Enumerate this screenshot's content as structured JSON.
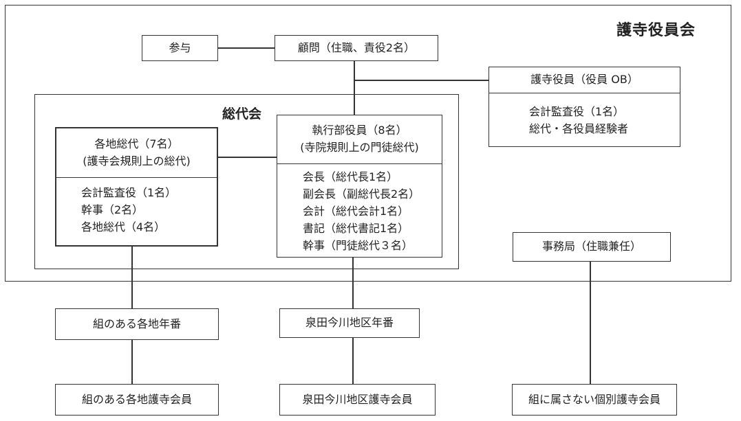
{
  "outer": {
    "title": "護寺役員会"
  },
  "advisor": {
    "label": "参与"
  },
  "counselor": {
    "label": "顧問（住職、責役2名）"
  },
  "former_officers": {
    "title": "護寺役員（役員 OB）",
    "lines": [
      "会計監査役（1名）",
      "総代・各役員経験者"
    ]
  },
  "council": {
    "title": "総代会"
  },
  "regional_reps": {
    "title_line1": "各地総代（7名）",
    "title_line2": "(護寺会規則上の総代)",
    "lines": [
      "会計監査役（1名）",
      "幹事（2名）",
      "各地総代（4名）"
    ]
  },
  "executive": {
    "title_line1": "執行部役員（8名）",
    "title_line2": "(寺院規則上の門徒総代)",
    "lines": [
      "会長（総代長1名）",
      "副会長（副総代長2名）",
      "会計（総代会計1名）",
      "書記（総代書記1名）",
      "幹事（門徒総代３名）"
    ]
  },
  "office": {
    "label": "事務局（住職兼任）"
  },
  "group_year_duty": {
    "label": "組のある各地年番"
  },
  "izumida_year_duty": {
    "label": "泉田今川地区年番"
  },
  "group_members": {
    "label": "組のある各地護寺会員"
  },
  "izumida_members": {
    "label": "泉田今川地区護寺会員"
  },
  "individual_members": {
    "label": "組に属さない個別護寺会員"
  }
}
